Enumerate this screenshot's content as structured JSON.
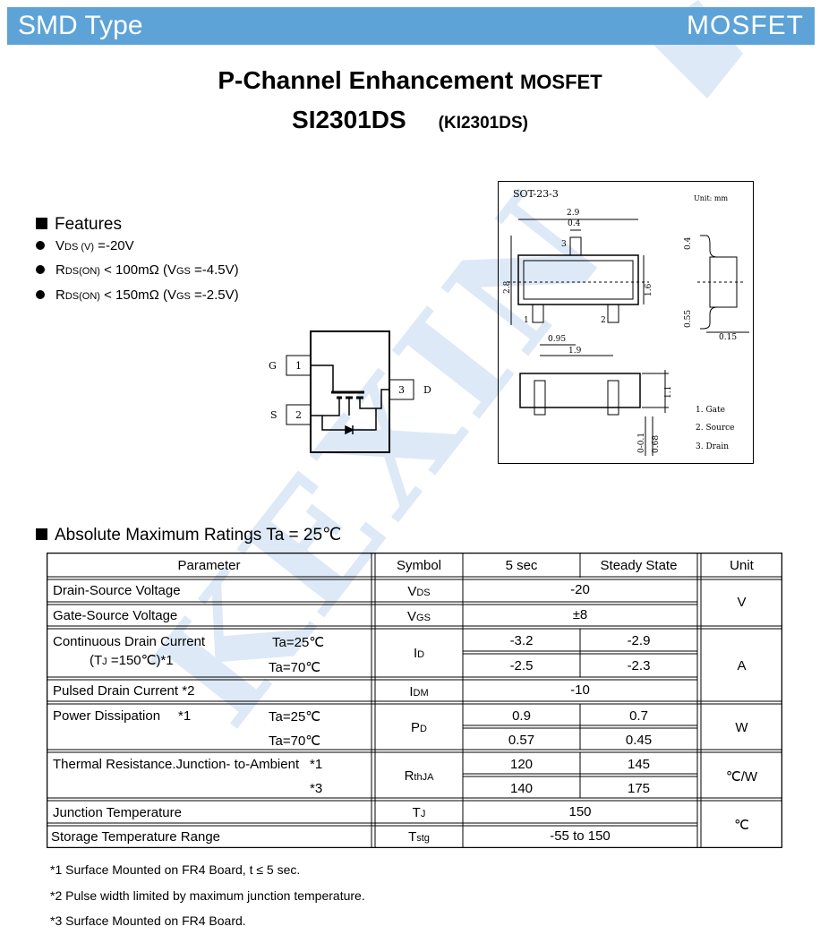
{
  "header": {
    "left": "SMD Type",
    "right": "MOSFET"
  },
  "title": {
    "line1_big": "P-Channel Enhancement ",
    "line1_small": "MOSFET",
    "part": "SI2301DS",
    "alt_part": "(KI2301DS)"
  },
  "features": {
    "heading": "Features",
    "items": [
      {
        "a": "V",
        "a_sub": "DS (V)",
        "b": " =-20V"
      },
      {
        "a": "R",
        "a_sub": "DS(ON)",
        "b": " < 100mΩ  (V",
        "c_sub": "GS",
        "d": " =-4.5V)"
      },
      {
        "a": "R",
        "a_sub": "DS(ON)",
        "b": " < 150mΩ  (V",
        "c_sub": "GS",
        "d": " =-2.5V)"
      }
    ]
  },
  "schematic": {
    "g": "G",
    "s": "S",
    "d": "D",
    "p1": "1",
    "p2": "2",
    "p3": "3"
  },
  "package": {
    "name": "SOT-23-3",
    "unit": "Unit: mm",
    "d_29": "2.9",
    "d_04a": "0.4",
    "d_28": "2.8",
    "d_16": "1.6",
    "d_095": "0.95",
    "d_19": "1.9",
    "d_04b": "0.4",
    "d_055": "0.55",
    "d_015": "0.15",
    "d_11": "1.1",
    "d_001": "0-0.1",
    "d_068": "0.68",
    "pin1": "1",
    "pin2": "2",
    "pin3": "3",
    "legend": [
      "1. Gate",
      "2. Source",
      "3. Drain"
    ]
  },
  "ratings": {
    "title": "Absolute Maximum Ratings Ta = 25℃",
    "headers": [
      "Parameter",
      "Symbol",
      "5 sec",
      "Steady State",
      "Unit"
    ],
    "rows": {
      "vds": {
        "param": "Drain-Source Voltage",
        "sym": "V",
        "sym_sub": "DS",
        "val": "-20",
        "unit": "V"
      },
      "vgs": {
        "param": "Gate-Source Voltage",
        "sym": "V",
        "sym_sub": "GS",
        "val": "±8"
      },
      "id": {
        "param1": "Continuous Drain Current",
        "param2": "(T",
        "param2_sub": "J",
        "param2_rest": " =150℃)*1",
        "cond1": "Ta=25℃",
        "cond2": "Ta=70℃",
        "sym": "I",
        "sym_sub": "D",
        "v1a": "-3.2",
        "v1b": "-2.9",
        "v2a": "-2.5",
        "v2b": "-2.3",
        "unit": "A"
      },
      "idm": {
        "param": "Pulsed Drain Current  *2",
        "sym": "I",
        "sym_sub": "DM",
        "val": "-10"
      },
      "pd": {
        "param": "Power Dissipation",
        "note": "*1",
        "cond1": "Ta=25℃",
        "cond2": "Ta=70℃",
        "sym": "P",
        "sym_sub": "D",
        "v1a": "0.9",
        "v1b": "0.7",
        "v2a": "0.57",
        "v2b": "0.45",
        "unit": "W"
      },
      "rth": {
        "param": "Thermal Resistance.Junction- to-Ambient",
        "note1": "*1",
        "note2": "*3",
        "sym": "R",
        "sym_sub": "thJA",
        "v1a": "120",
        "v1b": "145",
        "v2a": "140",
        "v2b": "175",
        "unit": "℃/W"
      },
      "tj": {
        "param": "Junction  Temperature",
        "sym": "T",
        "sym_sub": "J",
        "val": "150",
        "unit": "℃"
      },
      "tstg": {
        "param": "Storage Temperature Range",
        "sym": "T",
        "sym_sub": "stg",
        "val": "-55 to 150"
      }
    }
  },
  "notes": [
    "*1 Surface Mounted on FR4 Board, t ≤  5 sec.",
    "*2  Pulse width limited by maximum junction temperature.",
    "*3  Surface Mounted on FR4 Board."
  ],
  "watermark": "KEXIN"
}
